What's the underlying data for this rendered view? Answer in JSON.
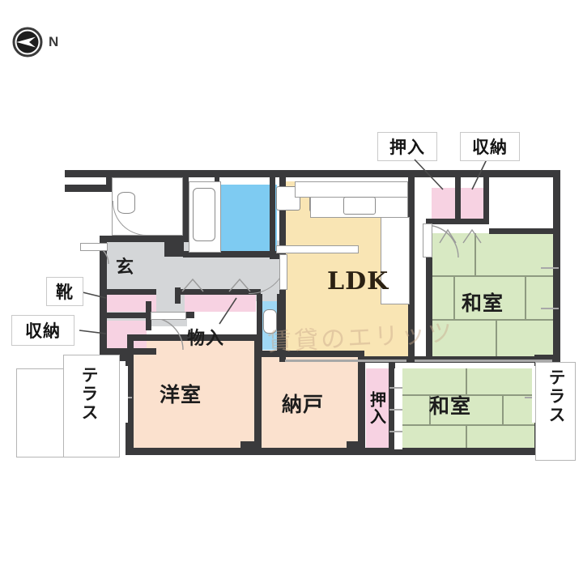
{
  "compass": {
    "icon": "compass-north-icon",
    "direction_label": "N"
  },
  "plan": {
    "type": "japanese-apartment-floorplan",
    "rooms": [
      {
        "id": "ldk",
        "label": "LDK",
        "kind": "living-dining-kitchen",
        "color": "#f9e5b4"
      },
      {
        "id": "washitsu-1",
        "label": "和室",
        "kind": "tatami-room",
        "color": "#d8e9c3"
      },
      {
        "id": "washitsu-2",
        "label": "和室",
        "kind": "tatami-room",
        "color": "#d8e9c3"
      },
      {
        "id": "yoshitsu",
        "label": "洋室",
        "kind": "western-room",
        "color": "#fbe1ce"
      },
      {
        "id": "nando",
        "label": "納戸",
        "kind": "storeroom",
        "color": "#fbe1ce"
      },
      {
        "id": "genkan",
        "label": "玄",
        "kind": "entrance",
        "color": "#d4d6d8"
      },
      {
        "id": "monoire",
        "label": "物入",
        "kind": "closet",
        "color": "#fbe1ce"
      }
    ],
    "callouts": [
      {
        "id": "oshiire-top",
        "label": "押入",
        "orientation": "horizontal"
      },
      {
        "id": "shuno-top",
        "label": "収納",
        "orientation": "horizontal"
      },
      {
        "id": "kutsu-left",
        "label": "靴",
        "orientation": "horizontal"
      },
      {
        "id": "shuno-left",
        "label": "収納",
        "orientation": "horizontal"
      },
      {
        "id": "oshiire-bottom",
        "label": "押入",
        "orientation": "vertical"
      }
    ],
    "terraces": [
      {
        "id": "terrace-left",
        "label": "テラス"
      },
      {
        "id": "terrace-right",
        "label": "テラス"
      }
    ],
    "watermark": "賃貸のエリッツ",
    "colors": {
      "wall": "#3a3a3c",
      "tatami": "#d8e9c3",
      "ldk": "#f9e5b4",
      "closet_pink": "#f7d2e2",
      "peach": "#fbe1ce",
      "hall_gray": "#d4d6d8",
      "water_blue": "#7ecbf2"
    }
  }
}
